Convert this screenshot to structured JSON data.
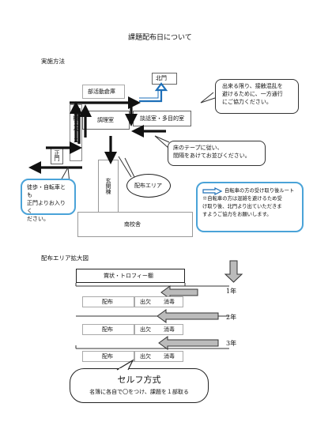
{
  "title": "課題配布日について",
  "section1": "実施方法",
  "section2": "配布エリア拡大図",
  "map": {
    "north_gate": "北門",
    "club_storage": "部活動倉庫",
    "cooking_room": "調理室",
    "conversation_room": "談話室・多目的室",
    "waiting_space": "待機スペース",
    "main_gate": "正門",
    "entrance_building": "玄関棟",
    "south_building": "南校舎",
    "distribution_area": "配布エリア"
  },
  "bubbles": {
    "one_way": [
      "出来る限り、接触混乱を",
      "避けるために、一方通行",
      "にご協力ください。"
    ],
    "floor_tape": [
      "床のテープに従い、",
      "間隔をあけてお並びください。"
    ],
    "walkers": [
      "徒歩・自転車とも",
      "正門よりお入りく",
      "ださい。"
    ]
  },
  "legend": {
    "title": "自転車の方の受け取り後ルート",
    "note": [
      "※自転車の方は混雑を避けるため受",
      "け取り後、北門より出ていただきま",
      "すようご協力をお願いします。"
    ]
  },
  "zoom": {
    "awards_table": "賞状・トロフィー棚",
    "grades": [
      "1年",
      "2年",
      "3年"
    ],
    "distribution": "配布",
    "attendance": "出欠",
    "disinfect": "消毒"
  },
  "self_service": {
    "title": "セルフ方式",
    "desc": "名簿に各自で〇をつけ、課題を１部取る"
  }
}
